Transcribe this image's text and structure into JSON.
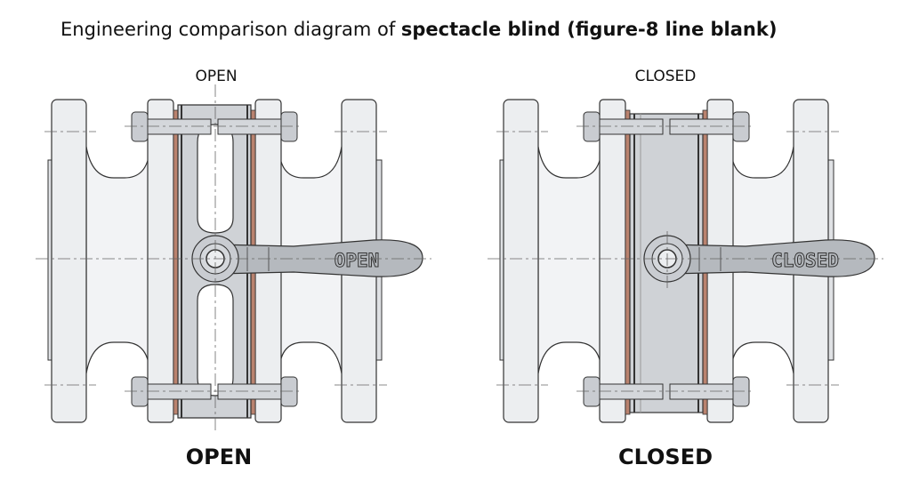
{
  "title": {
    "regular": "Engineering comparison diagram of ",
    "bold": "spectacle blind (figure-8 line blank)"
  },
  "open": {
    "top_label": "OPEN",
    "handle_label": "OPEN",
    "bottom_label": "OPEN"
  },
  "closed": {
    "top_label": "CLOSED",
    "handle_label": "CLOSED",
    "bottom_label": "CLOSED"
  },
  "colors": {
    "flange": "#eceef0",
    "steel": "#c9ccd1",
    "blind": "#cfd2d6",
    "gasket": "#b9826e",
    "handle": "#b5b9be",
    "outline": "#333333"
  }
}
